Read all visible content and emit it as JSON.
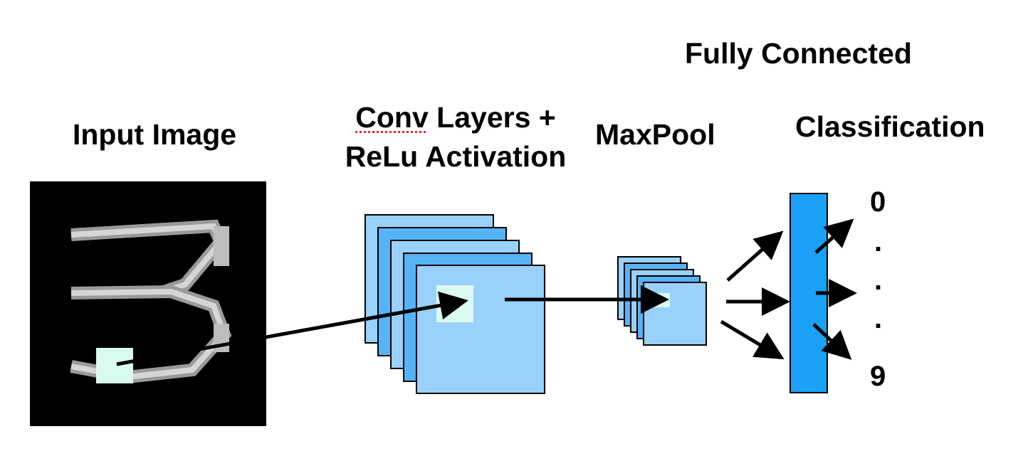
{
  "labels": {
    "fully_connected": "Fully Connected",
    "input_image": "Input Image",
    "conv_word": "Conv",
    "conv_rest": " Layers +",
    "relu_activation": "ReLu Activation",
    "maxpool": "MaxPool",
    "classification": "Classification"
  },
  "outputs": {
    "first": "0",
    "dot1": ".",
    "dot2": ".",
    "dot3": ".",
    "last": "9"
  },
  "colors": {
    "conv_light": "#99d1fb",
    "conv_mid": "#56b3f5",
    "fc_bar": "#1aa0f7",
    "patch": "#d9fbef",
    "arrow": "#000000",
    "background_image": "#000000"
  }
}
